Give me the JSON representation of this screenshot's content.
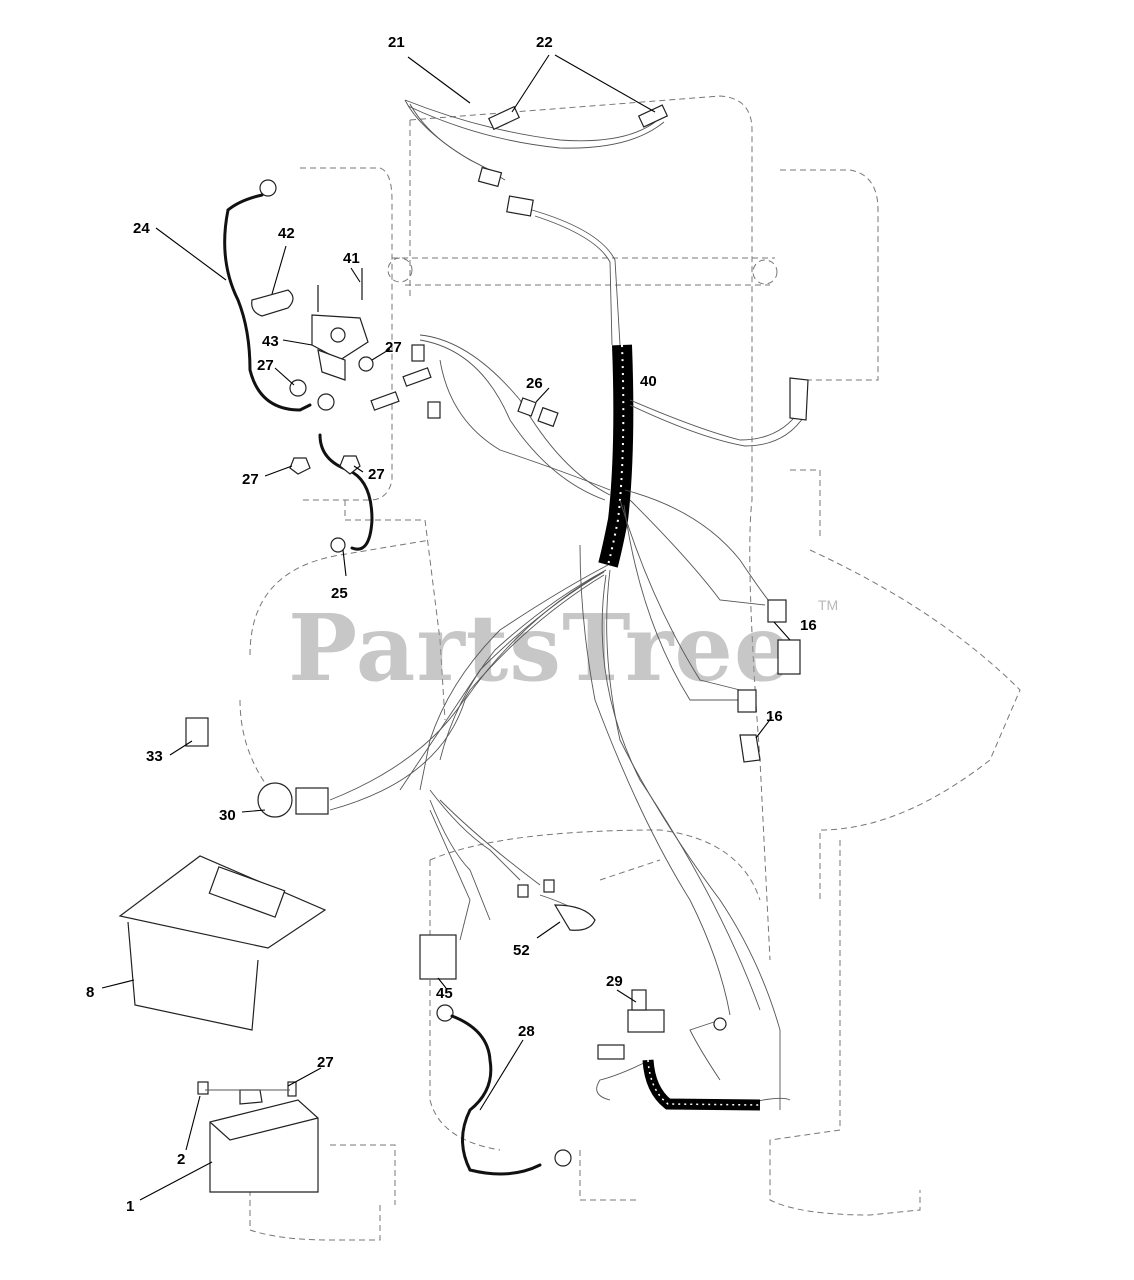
{
  "watermark": {
    "brand": "PartsTree",
    "trademark": "TM"
  },
  "part_labels": [
    "21",
    "22",
    "24",
    "42",
    "41",
    "43",
    "27",
    "40",
    "26",
    "25",
    "16",
    "33",
    "30",
    "8",
    "45",
    "52",
    "29",
    "28",
    "2",
    "1"
  ]
}
